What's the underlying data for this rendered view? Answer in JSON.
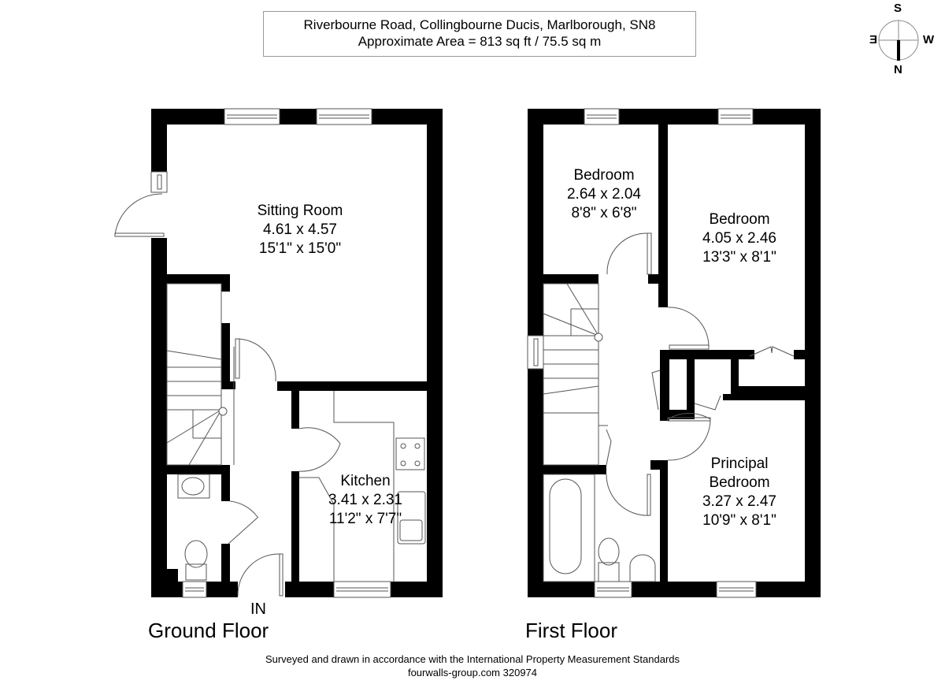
{
  "header": {
    "address": "Riverbourne Road, Collingbourne Ducis, Marlborough, SN8",
    "area": "Approximate Area = 813 sq ft / 75.5 sq m"
  },
  "compass": {
    "top": "S",
    "bottom": "N",
    "left": "E",
    "right": "W"
  },
  "floors": {
    "ground": {
      "title": "Ground Floor",
      "entrance_label": "IN",
      "rooms": [
        {
          "name": "Sitting Room",
          "metric": "4.61 x 4.57",
          "imperial": "15'1\" x 15'0\""
        },
        {
          "name": "Kitchen",
          "metric": "3.41 x 2.31",
          "imperial": "11'2\" x 7'7\""
        }
      ]
    },
    "first": {
      "title": "First Floor",
      "rooms": [
        {
          "name": "Bedroom",
          "metric": "2.64 x 2.04",
          "imperial": "8'8\" x 6'8\""
        },
        {
          "name": "Bedroom",
          "metric": "4.05 x 2.46",
          "imperial": "13'3\" x 8'1\""
        },
        {
          "name": "Principal",
          "name2": "Bedroom",
          "metric": "3.27 x 2.47",
          "imperial": "10'9\" x 8'1\""
        }
      ]
    }
  },
  "footer": {
    "line1": "Surveyed and drawn in accordance with the International Property Measurement Standards",
    "line2": "fourwalls-group.com 320974"
  }
}
